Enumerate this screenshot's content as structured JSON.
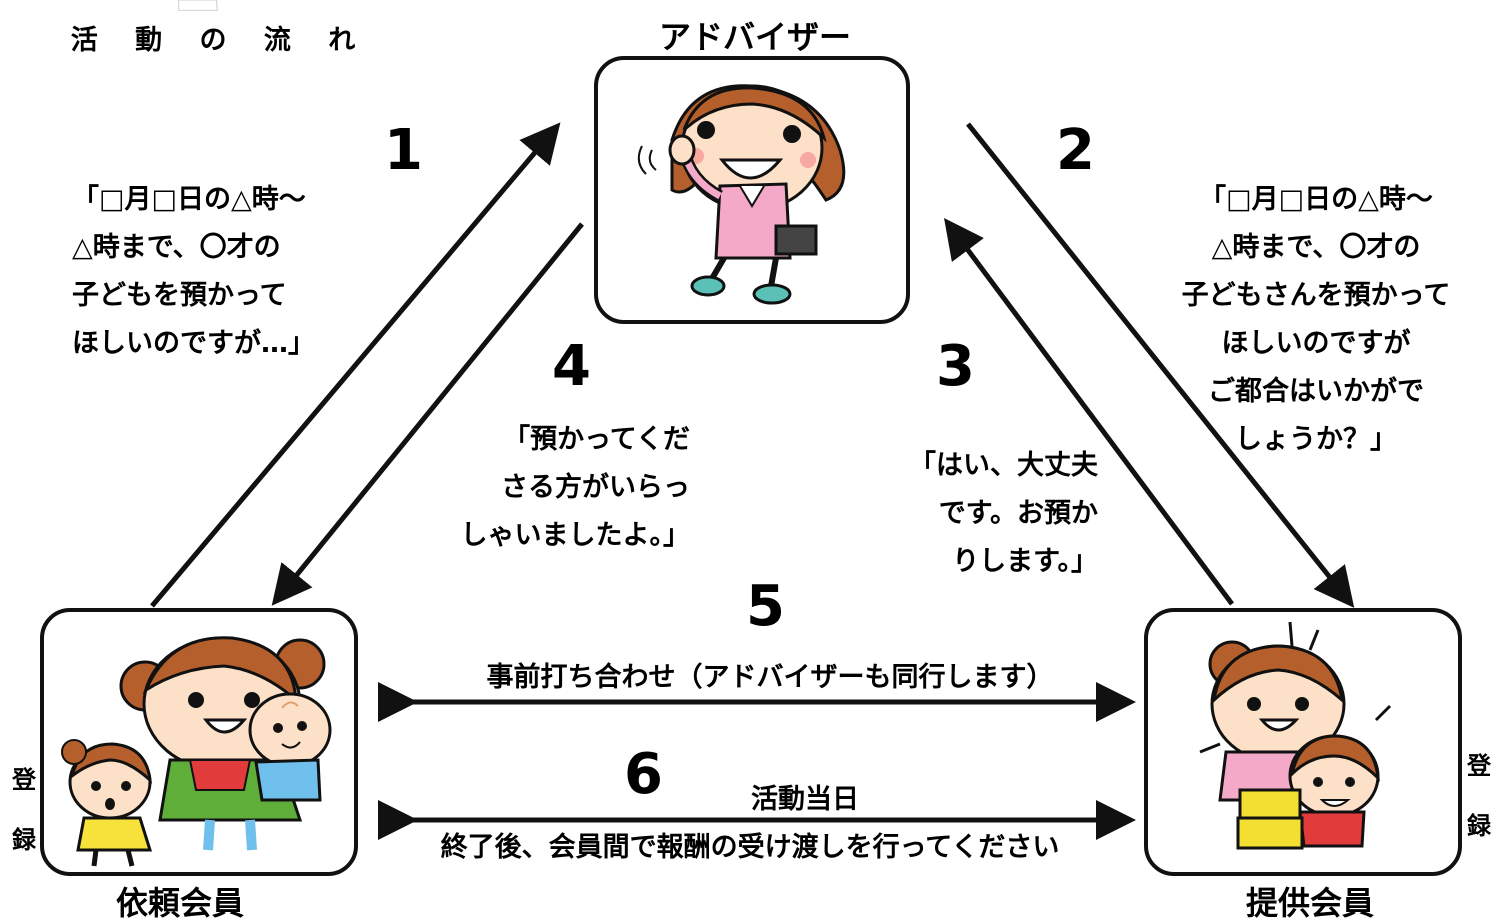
{
  "title": "活 動 の 流 れ",
  "roles": {
    "advisor": "アドバイザー",
    "requester": "依頼会員",
    "provider": "提供会員"
  },
  "steps": [
    {
      "number": "1",
      "message": "「□月□日の△時～\n△時まで、〇才の\n子どもを預かって\nほしいのですが…」"
    },
    {
      "number": "2",
      "message": "「□月□日の△時～\n△時まで、〇才の\n子どもさんを預かって\nほしいのですが\nご都合はいかがで\nしょうか？」"
    },
    {
      "number": "3",
      "message": "「はい、大丈夫\nです。お預か\nりします。」"
    },
    {
      "number": "4",
      "message": "「預かってくだ\nさる方がいらっ\nしゃいましたよ。」"
    },
    {
      "number": "5",
      "message": "事前打ち合わせ（アドバイザーも同行します）"
    },
    {
      "number": "6",
      "message": "活動当日",
      "sub_message": "終了後、会員間で報酬の受け渡しを行ってください"
    }
  ],
  "registration_label": "登\n録",
  "colors": {
    "suit": "#f4a9c8",
    "hair": "#b5602c",
    "apron": "#5fae3a",
    "shirt_yellow": "#f6e23a",
    "box_yellow": "#f3de32",
    "shirt_red": "#e23b3b",
    "baby_blue": "#6fc0ec",
    "card_border": "#b9c4ce"
  }
}
